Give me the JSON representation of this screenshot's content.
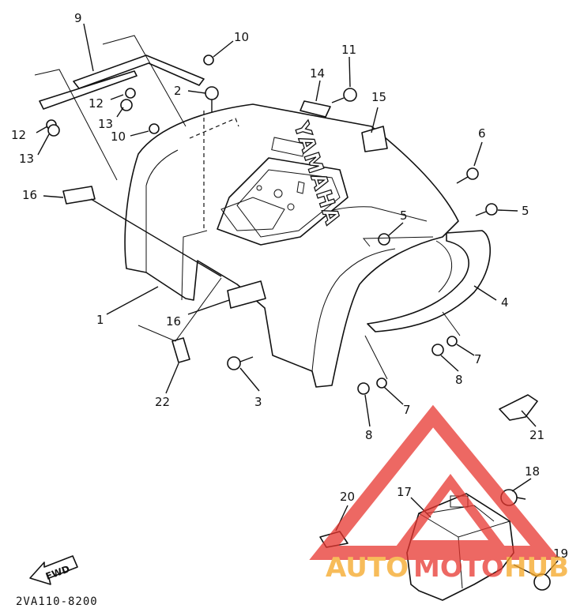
{
  "diagram_code": "2VA110-8200",
  "fwd_label": "FWD",
  "brand_text": "YAMAHA",
  "watermark": {
    "part1": "AUTO",
    "part2": "MOTO",
    "part3": "HUB",
    "color_red": "#e8362f",
    "color_orange": "#f5a623"
  },
  "callouts": [
    {
      "id": "c9",
      "label": "9"
    },
    {
      "id": "c10a",
      "label": "10"
    },
    {
      "id": "c10b",
      "label": "10"
    },
    {
      "id": "c2",
      "label": "2"
    },
    {
      "id": "c12a",
      "label": "12"
    },
    {
      "id": "c13a",
      "label": "13"
    },
    {
      "id": "c12b",
      "label": "12"
    },
    {
      "id": "c13b",
      "label": "13"
    },
    {
      "id": "c11",
      "label": "11"
    },
    {
      "id": "c14",
      "label": "14"
    },
    {
      "id": "c15",
      "label": "15"
    },
    {
      "id": "c6",
      "label": "6"
    },
    {
      "id": "c16a",
      "label": "16"
    },
    {
      "id": "c5a",
      "label": "5"
    },
    {
      "id": "c5b",
      "label": "5"
    },
    {
      "id": "c1",
      "label": "1"
    },
    {
      "id": "c16b",
      "label": "16"
    },
    {
      "id": "c4",
      "label": "4"
    },
    {
      "id": "c7a",
      "label": "7"
    },
    {
      "id": "c8a",
      "label": "8"
    },
    {
      "id": "c7b",
      "label": "7"
    },
    {
      "id": "c8b",
      "label": "8"
    },
    {
      "id": "c22",
      "label": "22"
    },
    {
      "id": "c3",
      "label": "3"
    },
    {
      "id": "c21",
      "label": "21"
    },
    {
      "id": "c20",
      "label": "20"
    },
    {
      "id": "c17",
      "label": "17"
    },
    {
      "id": "c18",
      "label": "18"
    },
    {
      "id": "c19",
      "label": "19"
    }
  ]
}
